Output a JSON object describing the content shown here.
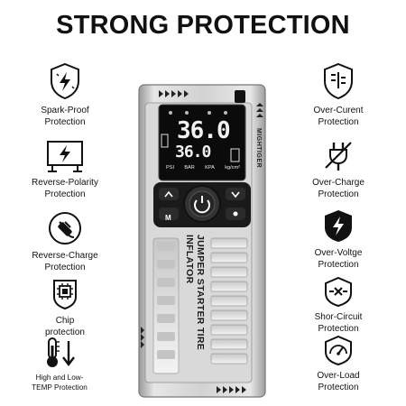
{
  "title": "STRONG PROTECTION",
  "left_features": [
    {
      "icon": "spark-shield-icon",
      "lines": [
        "Spark-Proof",
        "Protection"
      ]
    },
    {
      "icon": "reverse-polarity-icon",
      "lines": [
        "Reverse-Polarity",
        "Protection"
      ]
    },
    {
      "icon": "plug-icon",
      "lines": [
        "Reverse-Charge",
        "Protection"
      ]
    },
    {
      "icon": "chip-icon",
      "lines": [
        "Chip",
        "protection"
      ]
    },
    {
      "icon": "thermometer-icon",
      "lines": [
        "High and Low-",
        "TEMP Protection"
      ]
    }
  ],
  "right_features": [
    {
      "icon": "over-current-shield-icon",
      "lines": [
        "Over-Curent",
        "Protection"
      ]
    },
    {
      "icon": "over-charge-icon",
      "lines": [
        "Over-Charge",
        "Protection"
      ]
    },
    {
      "icon": "over-voltage-icon",
      "lines": [
        "Over-Voltge",
        "Protection"
      ]
    },
    {
      "icon": "short-circuit-icon",
      "lines": [
        "Shor-Circuit",
        "Protection"
      ]
    },
    {
      "icon": "gauge-icon",
      "lines": [
        "Over-Load",
        "Protection"
      ]
    }
  ],
  "device": {
    "brand": "MIGHTIGER",
    "lcd_top": "36.0",
    "lcd_bottom": "36.0",
    "units": [
      "PSI",
      "BAR",
      "KPA",
      "kg/cm²"
    ],
    "mode_button": "M",
    "name": "JUMPER STARTER TIRE INFLATOR"
  }
}
